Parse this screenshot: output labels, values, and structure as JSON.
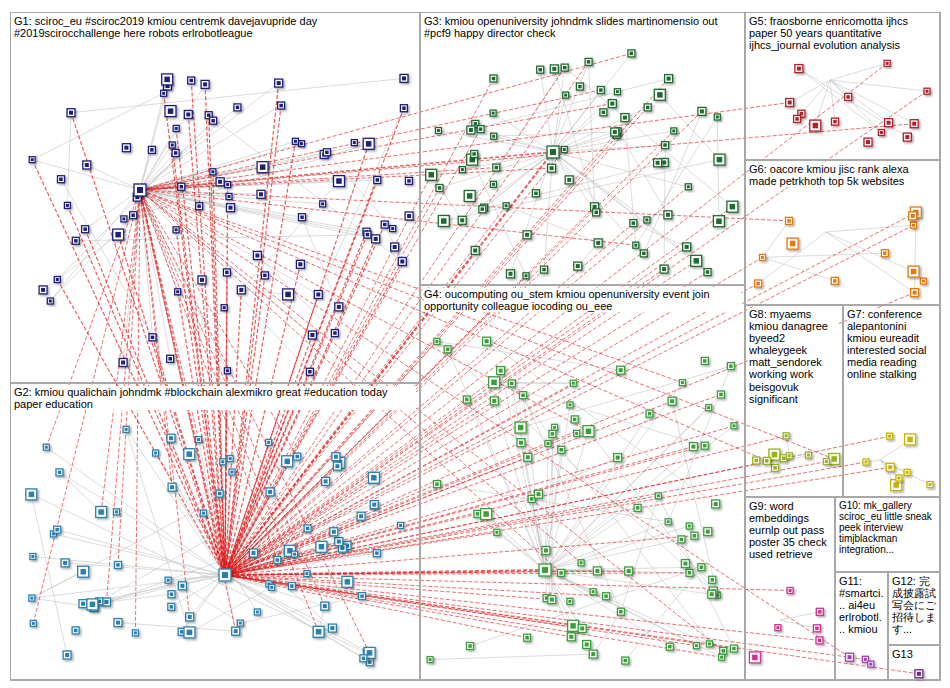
{
  "diagram": {
    "nodes": [
      {
        "text": [
          "G1: sciroc_eu #sciroc2019 kmiou centremk davejavupride day #2019scirocchallenge here robots erlrobotleague"
        ]
      },
      {
        "text": [
          "G2: kmiou qualichain johndmk #blockchain alexmikro great #education today paper education"
        ]
      },
      {
        "text": [
          "G3: kmiou openuniversity johndmk slides martinomensio out #pcf9 happy director check"
        ]
      },
      {
        "text": [
          "G4: oucomputing ou_stem kmiou openuniversity event join opportunity colleague iocoding ou_eee"
        ]
      },
      {
        "text": [
          "G5: fraosborne enricomotta ijhcs paper 50 years quantitative ijhcs_journal evolution analysis"
        ]
      },
      {
        "text": [
          "G6: oacore kmiou jisc rank alexa made petrkhoth top 5k websites"
        ]
      },
      {
        "text": [
          "G7: conference alepantonini kmiou eureadit interested social media reading online stalking"
        ]
      },
      {
        "text": [
          "G8: myaems kmiou danagree byeed2 whaleygeek matt_sendorek working work beisgovuk significant"
        ]
      },
      {
        "text": [
          "G9: word embeddings eurnlp out pass poster 35 check used retrieve"
        ]
      },
      {
        "text": [
          "G10: mk_gallery sciroc_eu little sneak peek interview timjblackman integration..."
        ]
      },
      {
        "text": [
          "G11: #smartci... ai4eu erlrobotl... kmiou"
        ]
      },
      {
        "text": [
          "G12: 完成披露試写会にご招待します..."
        ]
      },
      {
        "text": [
          "G13"
        ]
      }
    ]
  }
}
